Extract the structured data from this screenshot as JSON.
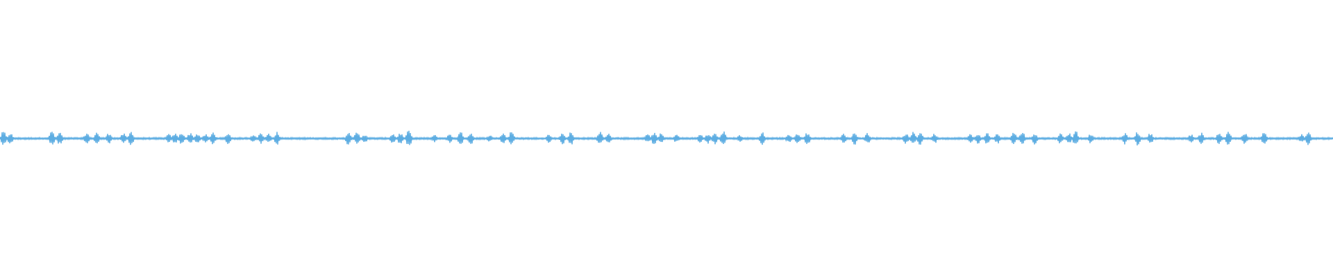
{
  "waveform": {
    "color": "#5dade2",
    "background": "#ffffff",
    "amplitude_scale": 1.0,
    "bursts": [
      {
        "t": 0.0026,
        "a": 0.5
      },
      {
        "t": 0.0077,
        "a": 0.4
      },
      {
        "t": 0.039,
        "a": 0.55
      },
      {
        "t": 0.0449,
        "a": 0.45
      },
      {
        "t": 0.065,
        "a": 0.4
      },
      {
        "t": 0.0727,
        "a": 0.45
      },
      {
        "t": 0.0818,
        "a": 0.4
      },
      {
        "t": 0.0926,
        "a": 0.35
      },
      {
        "t": 0.0983,
        "a": 0.5
      },
      {
        "t": 0.1266,
        "a": 0.3
      },
      {
        "t": 0.1313,
        "a": 0.35
      },
      {
        "t": 0.1364,
        "a": 0.45
      },
      {
        "t": 0.1427,
        "a": 0.4
      },
      {
        "t": 0.1481,
        "a": 0.35
      },
      {
        "t": 0.1542,
        "a": 0.3
      },
      {
        "t": 0.1599,
        "a": 0.45
      },
      {
        "t": 0.1711,
        "a": 0.4
      },
      {
        "t": 0.1901,
        "a": 0.3
      },
      {
        "t": 0.1958,
        "a": 0.4
      },
      {
        "t": 0.2015,
        "a": 0.35
      },
      {
        "t": 0.2079,
        "a": 0.45
      },
      {
        "t": 0.2614,
        "a": 0.55
      },
      {
        "t": 0.2678,
        "a": 0.45
      },
      {
        "t": 0.2736,
        "a": 0.3
      },
      {
        "t": 0.2946,
        "a": 0.35
      },
      {
        "t": 0.3003,
        "a": 0.4
      },
      {
        "t": 0.3067,
        "a": 0.6
      },
      {
        "t": 0.3259,
        "a": 0.25
      },
      {
        "t": 0.3373,
        "a": 0.3
      },
      {
        "t": 0.3455,
        "a": 0.45
      },
      {
        "t": 0.3532,
        "a": 0.4
      },
      {
        "t": 0.3672,
        "a": 0.25
      },
      {
        "t": 0.3774,
        "a": 0.4
      },
      {
        "t": 0.3838,
        "a": 0.5
      },
      {
        "t": 0.4117,
        "a": 0.3
      },
      {
        "t": 0.4219,
        "a": 0.4
      },
      {
        "t": 0.4283,
        "a": 0.45
      },
      {
        "t": 0.45,
        "a": 0.5
      },
      {
        "t": 0.4564,
        "a": 0.4
      },
      {
        "t": 0.4857,
        "a": 0.3
      },
      {
        "t": 0.4908,
        "a": 0.45
      },
      {
        "t": 0.4959,
        "a": 0.35
      },
      {
        "t": 0.5074,
        "a": 0.3
      },
      {
        "t": 0.5253,
        "a": 0.3
      },
      {
        "t": 0.531,
        "a": 0.35
      },
      {
        "t": 0.5362,
        "a": 0.4
      },
      {
        "t": 0.5425,
        "a": 0.55
      },
      {
        "t": 0.5552,
        "a": 0.25
      },
      {
        "t": 0.5718,
        "a": 0.45
      },
      {
        "t": 0.5916,
        "a": 0.3
      },
      {
        "t": 0.5986,
        "a": 0.4
      },
      {
        "t": 0.6057,
        "a": 0.45
      },
      {
        "t": 0.633,
        "a": 0.35
      },
      {
        "t": 0.6413,
        "a": 0.45
      },
      {
        "t": 0.6509,
        "a": 0.4
      },
      {
        "t": 0.6795,
        "a": 0.35
      },
      {
        "t": 0.6852,
        "a": 0.45
      },
      {
        "t": 0.6903,
        "a": 0.5
      },
      {
        "t": 0.7011,
        "a": 0.35
      },
      {
        "t": 0.7279,
        "a": 0.3
      },
      {
        "t": 0.7336,
        "a": 0.35
      },
      {
        "t": 0.7406,
        "a": 0.4
      },
      {
        "t": 0.7483,
        "a": 0.35
      },
      {
        "t": 0.7604,
        "a": 0.45
      },
      {
        "t": 0.7668,
        "a": 0.55
      },
      {
        "t": 0.7763,
        "a": 0.4
      },
      {
        "t": 0.7955,
        "a": 0.35
      },
      {
        "t": 0.8018,
        "a": 0.4
      },
      {
        "t": 0.8069,
        "a": 0.55
      },
      {
        "t": 0.8184,
        "a": 0.35
      },
      {
        "t": 0.8439,
        "a": 0.4
      },
      {
        "t": 0.8534,
        "a": 0.5
      },
      {
        "t": 0.8631,
        "a": 0.4
      },
      {
        "t": 0.8936,
        "a": 0.3
      },
      {
        "t": 0.9012,
        "a": 0.4
      },
      {
        "t": 0.9146,
        "a": 0.45
      },
      {
        "t": 0.9216,
        "a": 0.55
      },
      {
        "t": 0.9337,
        "a": 0.4
      },
      {
        "t": 0.9484,
        "a": 0.45
      },
      {
        "t": 0.9764,
        "a": 0.3
      },
      {
        "t": 0.9815,
        "a": 0.5
      }
    ]
  }
}
